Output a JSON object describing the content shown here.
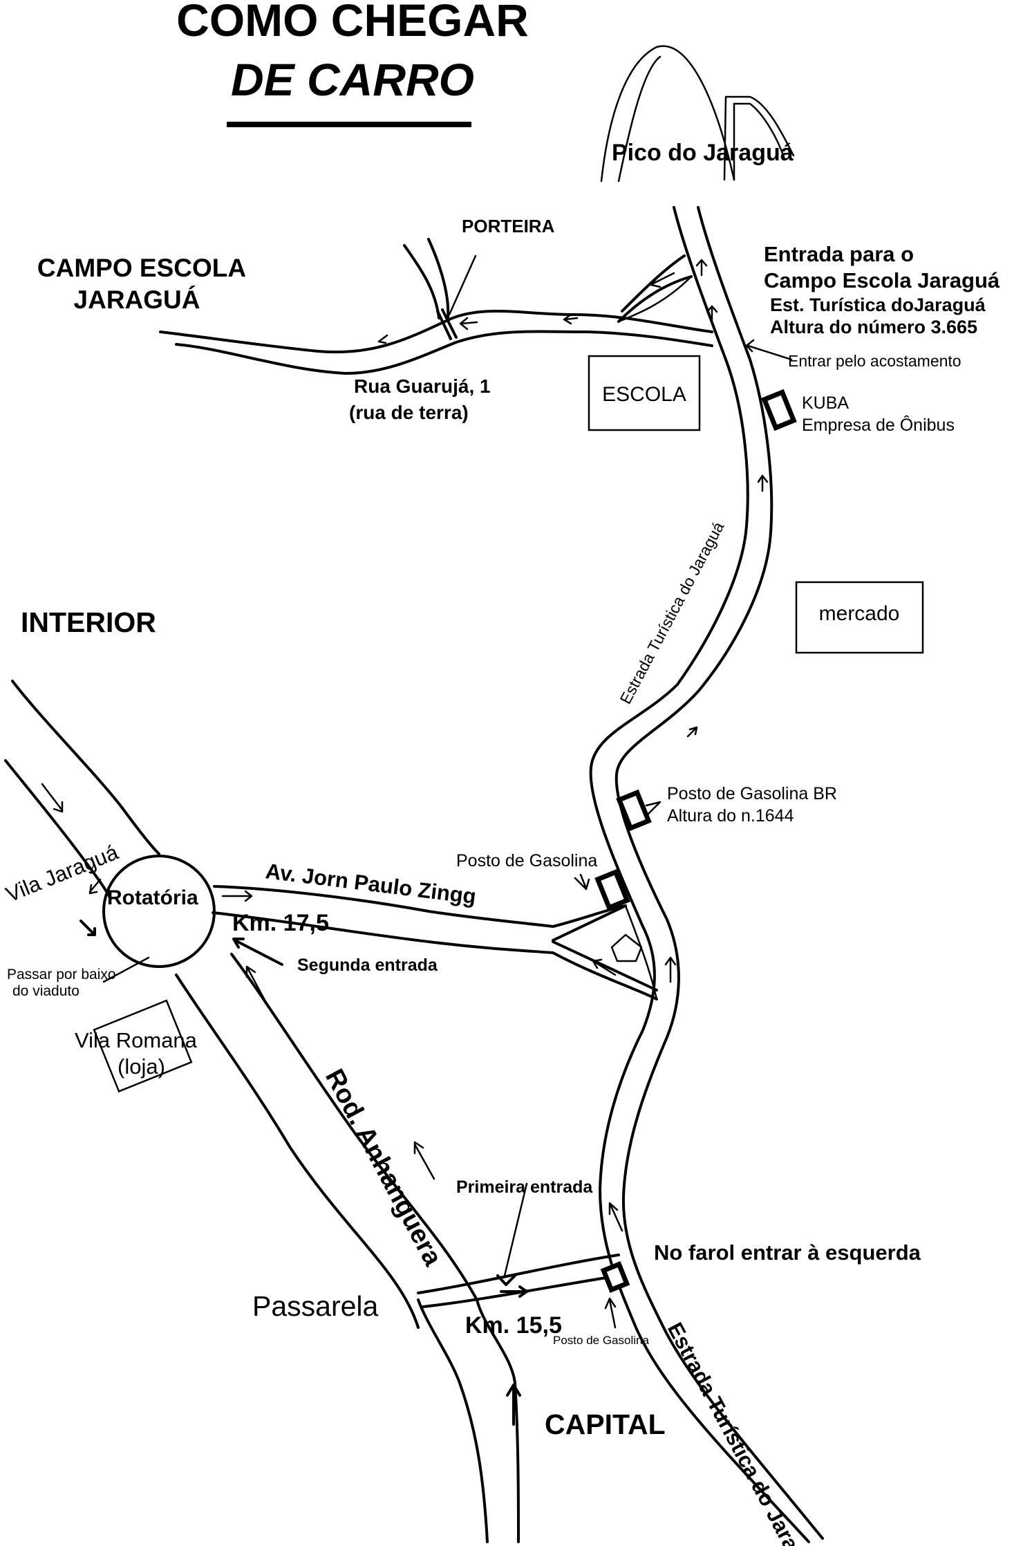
{
  "header": {
    "title": "COMO CHEGAR",
    "subtitle": "DE CARRO"
  },
  "labels": {
    "pico": "Pico do Jaraguá",
    "porteira": "PORTEIRA",
    "campo_escola_1": "CAMPO ESCOLA",
    "campo_escola_2": "JARAGUÁ",
    "entrada_1": "Entrada para o",
    "entrada_2": "Campo Escola Jaraguá",
    "est_turistica": "Est. Turística doJaraguá",
    "altura_3665": "Altura do número 3.665",
    "acostamento": "Entrar pelo  acostamento",
    "escola": "ESCOLA",
    "rua_guaruja": "Rua Guarujá, 1",
    "rua_terra": "(rua de terra)",
    "kuba": "KUBA",
    "empresa_onibus": "Empresa de Ônibus",
    "mercado": "mercado",
    "estrada_upper": "Estrada Turística do Jaraguá",
    "interior": "INTERIOR",
    "posto_br": "Posto de Gasolina BR",
    "altura_1644": "Altura do n.1644",
    "posto_gasolina": "Posto de Gasolina",
    "vila_jaragua": "Vila Jaraguá",
    "rotatoria": "Rotatória",
    "av_jorn": "Av. Jorn Paulo Zingg",
    "km_175": "Km. 17,5",
    "segunda_entrada": "Segunda entrada",
    "passar_baixo_1": "Passar por baixo",
    "passar_baixo_2": "do viaduto",
    "vila_romana_1": "Vila Romana",
    "vila_romana_2": "(loja)",
    "rod_anhanguera": "Rod. Anhanguera",
    "primeira_entrada": "Primeira entrada",
    "no_farol": "No farol entrar à esquerda",
    "passarela": "Passarela",
    "km_155": "Km. 15,5",
    "posto_small": "Posto de Gasolina",
    "capital": "CAPITAL",
    "estrada_lower": "Estrada Turística do Jaraguá"
  }
}
